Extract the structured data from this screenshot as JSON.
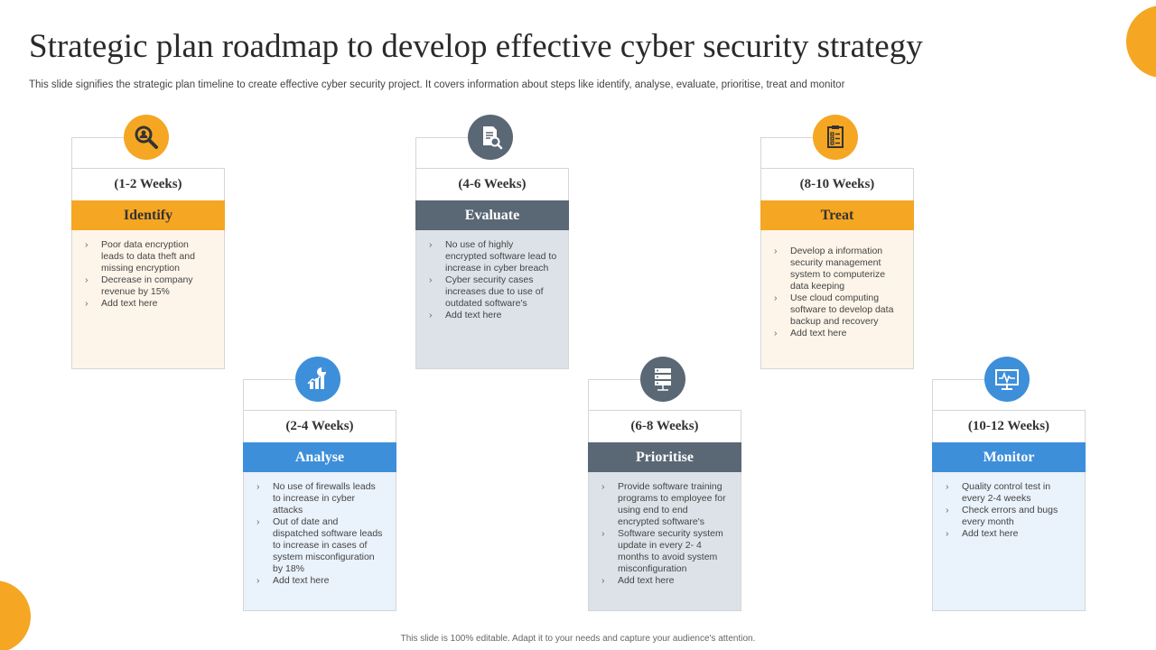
{
  "title": "Strategic plan roadmap to develop effective cyber security strategy",
  "subtitle": "This slide signifies the strategic plan timeline to create effective cyber security project. It covers information about steps like identify, analyse, evaluate, prioritise, treat and monitor",
  "footer": "This slide is 100% editable. Adapt it to your needs and capture your audience's attention.",
  "colors": {
    "orange": "#f5a623",
    "slate": "#5a6775",
    "blue": "#3d8fda"
  },
  "steps": [
    {
      "weeks": "(1-2 Weeks)",
      "label": "Identify",
      "icon": "search-icon",
      "bullets": [
        "Poor data encryption leads to data theft and missing encryption",
        "Decrease in company revenue by 15%",
        "Add text here"
      ]
    },
    {
      "weeks": "(2-4 Weeks)",
      "label": "Analyse",
      "icon": "analytics-icon",
      "bullets": [
        "No use of firewalls leads to increase in cyber attacks",
        "Out of date and dispatched software leads to increase in cases of system misconfiguration by 18%",
        "Add text here"
      ]
    },
    {
      "weeks": "(4-6 Weeks)",
      "label": "Evaluate",
      "icon": "document-search-icon",
      "bullets": [
        "No use of highly encrypted software lead to increase in cyber breach",
        "Cyber security cases increases due to use of outdated software's",
        "Add text here"
      ]
    },
    {
      "weeks": "(6-8 Weeks)",
      "label": "Prioritise",
      "icon": "server-icon",
      "bullets": [
        "Provide software training programs to employee for using end to end encrypted software's",
        "Software security system update in every 2- 4 months to avoid system misconfiguration",
        "Add text here"
      ]
    },
    {
      "weeks": "(8-10 Weeks)",
      "label": "Treat",
      "icon": "checklist-icon",
      "bullets": [
        "Develop a information security management system to computerize data keeping",
        "Use cloud computing software to develop data backup and recovery",
        "Add text here"
      ]
    },
    {
      "weeks": "(10-12 Weeks)",
      "label": "Monitor",
      "icon": "monitor-icon",
      "bullets": [
        "Quality control test in every 2-4 weeks",
        "Check errors and bugs every month",
        "Add text here"
      ]
    }
  ]
}
